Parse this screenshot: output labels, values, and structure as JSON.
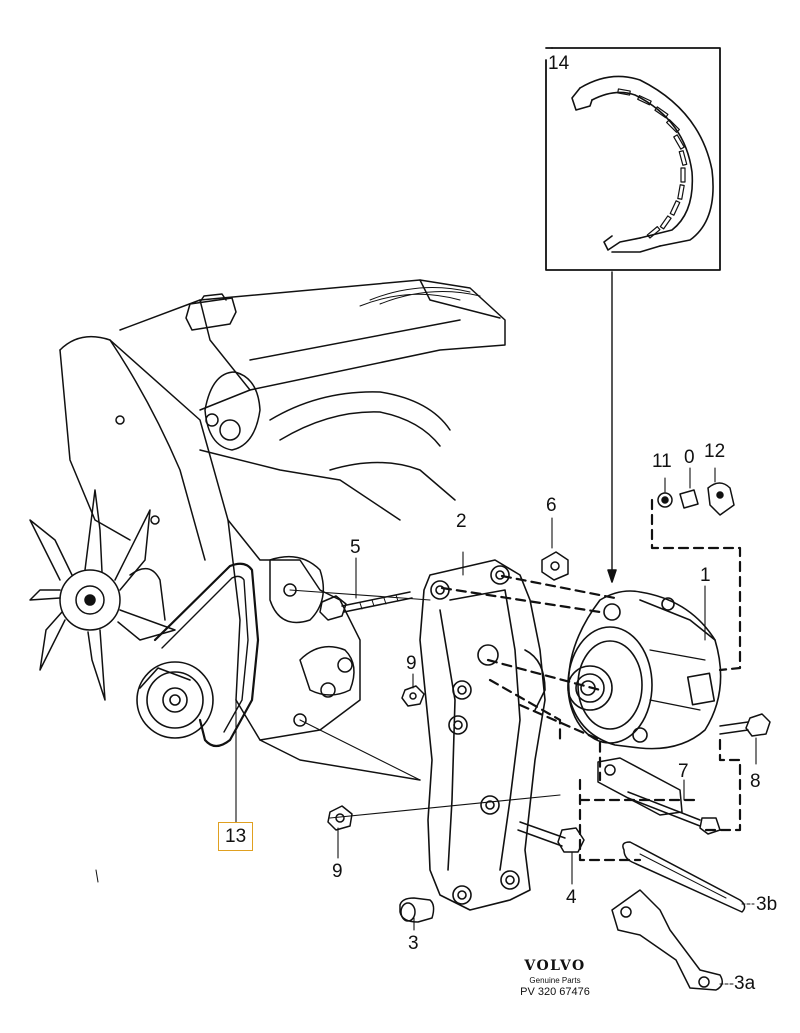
{
  "diagram": {
    "callouts": [
      {
        "id": "c14",
        "text": "14",
        "highlighted": false
      },
      {
        "id": "c11",
        "text": "11",
        "highlighted": false
      },
      {
        "id": "c10",
        "text": "0",
        "highlighted": false
      },
      {
        "id": "c12",
        "text": "12",
        "highlighted": false
      },
      {
        "id": "c2",
        "text": "2",
        "highlighted": false
      },
      {
        "id": "c6",
        "text": "6",
        "highlighted": false
      },
      {
        "id": "c5",
        "text": "5",
        "highlighted": false
      },
      {
        "id": "c1",
        "text": "1",
        "highlighted": false
      },
      {
        "id": "c9a",
        "text": "9",
        "highlighted": false
      },
      {
        "id": "c7",
        "text": "7",
        "highlighted": false
      },
      {
        "id": "c8",
        "text": "8",
        "highlighted": false
      },
      {
        "id": "c13",
        "text": "13",
        "highlighted": true
      },
      {
        "id": "c9b",
        "text": "9",
        "highlighted": false
      },
      {
        "id": "c4",
        "text": "4",
        "highlighted": false
      },
      {
        "id": "c3",
        "text": "3",
        "highlighted": false
      },
      {
        "id": "c3b",
        "text": "3b",
        "highlighted": false
      },
      {
        "id": "c3a",
        "text": "3a",
        "highlighted": false
      }
    ]
  },
  "brand": {
    "logo": "VOLVO",
    "subtitle": "Genuine Parts",
    "code": "PV 320 67476"
  }
}
